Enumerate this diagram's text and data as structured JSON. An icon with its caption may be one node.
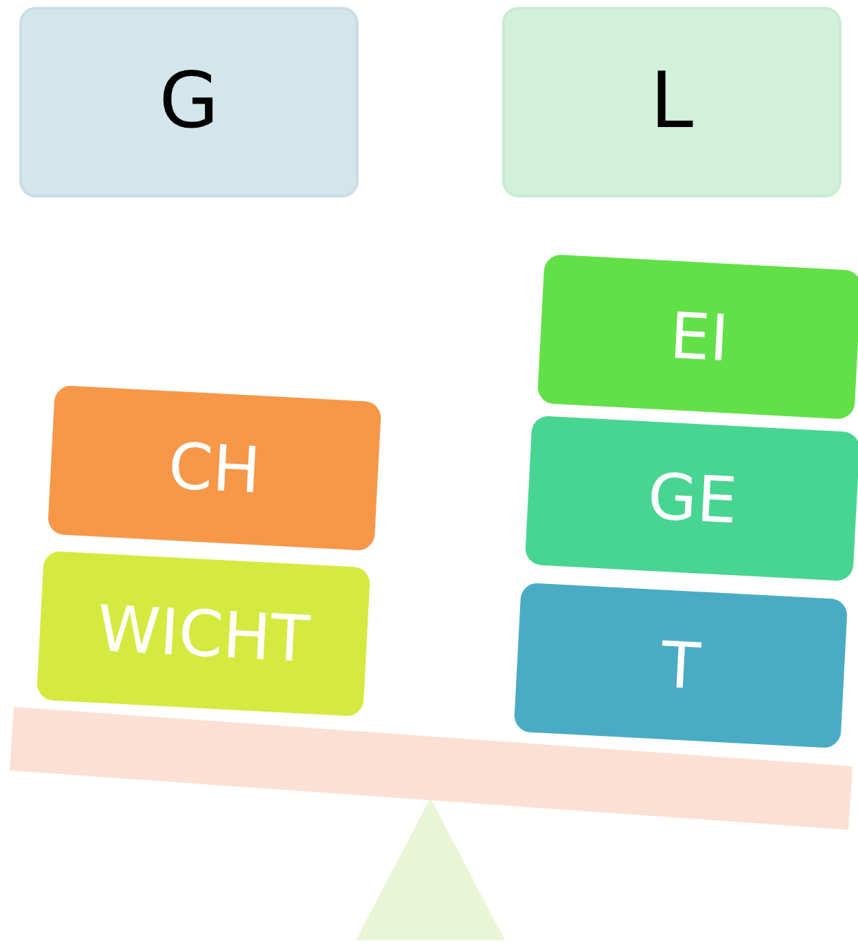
{
  "diagram": {
    "nodes": [
      {
        "text": [
          "G"
        ]
      },
      {
        "text": [
          "L"
        ]
      },
      {
        "text": [
          "EI"
        ]
      },
      {
        "text": [
          "CH"
        ]
      },
      {
        "text": [
          "GE"
        ]
      },
      {
        "text": [
          "WICHT"
        ]
      },
      {
        "text": [
          "T"
        ]
      }
    ]
  }
}
